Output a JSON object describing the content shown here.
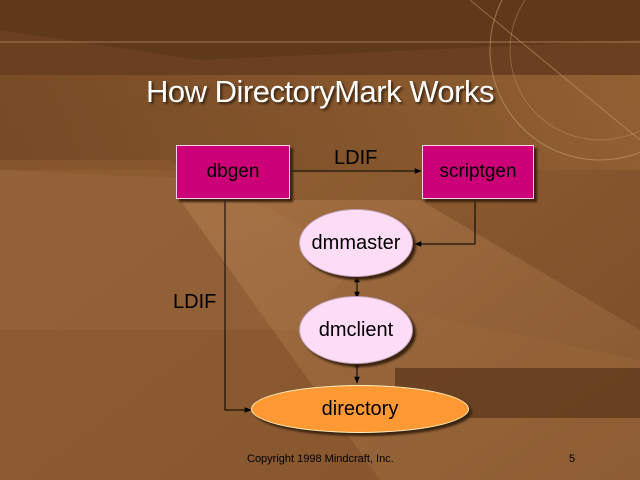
{
  "slide": {
    "title": "How DirectoryMark Works",
    "copyright": "Copyright 1998 Mindcraft, Inc.",
    "page_number": "5"
  },
  "diagram": {
    "nodes": {
      "dbgen": "dbgen",
      "scriptgen": "scriptgen",
      "dmmaster": "dmmaster",
      "dmclient": "dmclient",
      "directory": "directory"
    },
    "edge_labels": {
      "top": "LDIF",
      "left": "LDIF"
    }
  },
  "colors": {
    "box": "#cc0077",
    "oval": "#fddcf5",
    "directory": "#ff9933",
    "background": "#8a5a32"
  }
}
